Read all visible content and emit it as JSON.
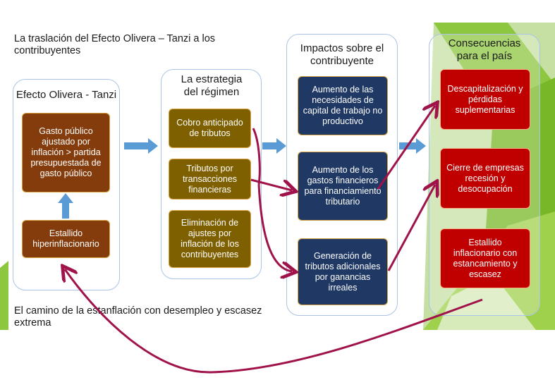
{
  "title": "La traslación del Efecto Olivera – Tanzi a los contribuyentes",
  "footer": "El camino de la estanflación con desempleo y escasez extrema",
  "colors": {
    "brown_box": "#843c0c",
    "olive_box": "#7f6000",
    "navy_box": "#1f3864",
    "red_box": "#c00000",
    "arrow_blue": "#5b9bd5",
    "arrow_crimson": "#a0134a",
    "green_band": "#8dc63f"
  },
  "columns": [
    {
      "header": "Efecto Olivera - Tanzi",
      "boxes": [
        "Gasto público ajustado por inflación > partida presupuestada de gasto público",
        "Estallido hiperinflacionario"
      ]
    },
    {
      "header": "La estrategia del régimen",
      "boxes": [
        "Cobro anticipado de tributos",
        "Tributos por transacciones financieras",
        "Eliminación de ajustes por inflación de los contribuyentes"
      ]
    },
    {
      "header": "Impactos sobre el contribuyente",
      "boxes": [
        "Aumento de las necesidades de capital de trabajo no productivo",
        "Aumento de los gastos financieros para financiamiento tributario",
        "Generación de tributos adicionales por ganancias irreales"
      ]
    },
    {
      "header": "Consecuencias para el país",
      "boxes": [
        "Descapitalización y pérdidas suplementarias",
        "Cierre de empresas recesión y desocupación",
        "Estallido inflacionario con estancamiento y escasez"
      ]
    }
  ]
}
